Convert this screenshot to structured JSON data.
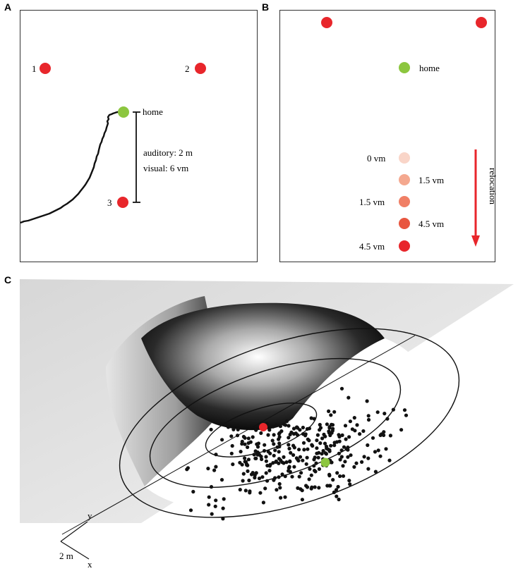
{
  "panelA": {
    "letter": "A",
    "targets": [
      {
        "label": "1",
        "color": "#e8262b"
      },
      {
        "label": "2",
        "color": "#e8262b"
      },
      {
        "label": "3",
        "color": "#e8262b"
      }
    ],
    "home_label": "home",
    "home_color": "#8cc63f",
    "distance_auditory": "auditory: 2 m",
    "distance_visual": "visual: 6 vm"
  },
  "panelB": {
    "letter": "B",
    "home_label": "home",
    "home_color": "#8cc63f",
    "relocation_label": "relocation",
    "arrow_color": "#e8262b",
    "steps": [
      {
        "label": "0 vm",
        "color": "#f9d5c8"
      },
      {
        "label": "1.5 vm",
        "color": "#f4a88f"
      },
      {
        "label": "1.5 vm",
        "color": "#f07f65"
      },
      {
        "label": "4.5 vm",
        "color": "#e8563f"
      },
      {
        "label": "4.5 vm",
        "color": "#e8262b"
      }
    ]
  },
  "panelC": {
    "letter": "C",
    "axis_y": "y",
    "axis_x": "x",
    "scale_label": "2 m",
    "target_color": "#e8262b",
    "home_color": "#8cc63f"
  }
}
